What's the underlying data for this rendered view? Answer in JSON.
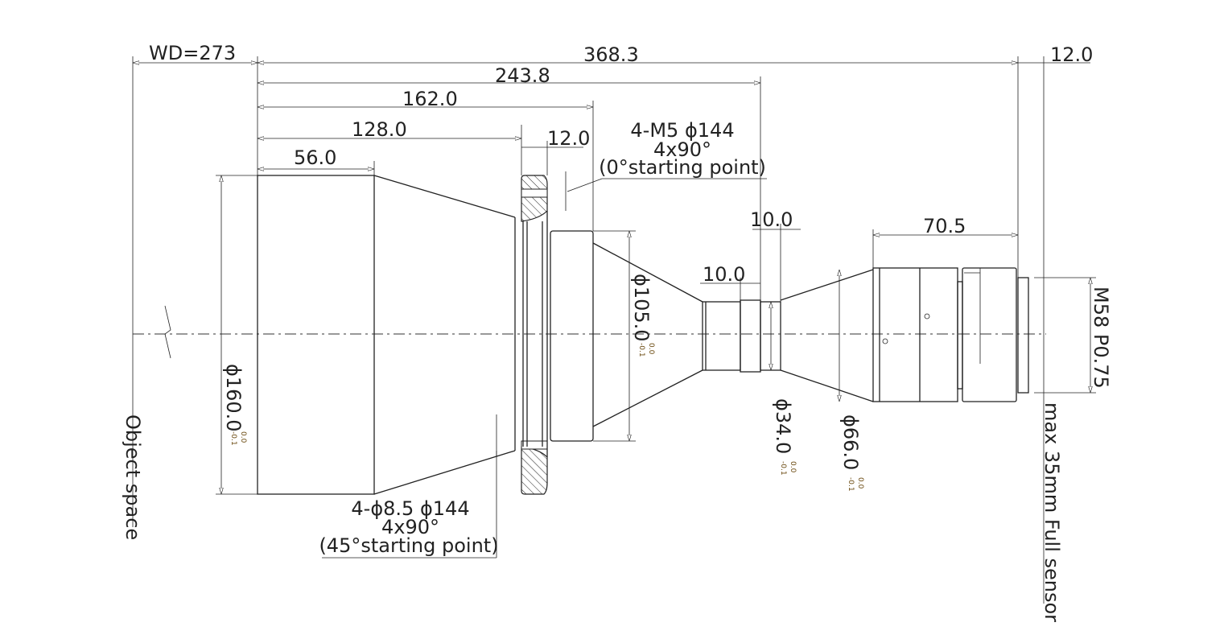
{
  "title": "Lens outline drawing",
  "dimensions": {
    "wd": "WD=273",
    "total": "368.3",
    "d243": "243.8",
    "d162": "162.0",
    "d128": "128.0",
    "d56": "56.0",
    "flange": "12.0",
    "back": "12.0",
    "ring1": "10.0",
    "ring2": "10.0",
    "body": "70.5",
    "dia160": "ϕ160.0",
    "dia105": "ϕ105.0",
    "dia34": "ϕ34.0",
    "dia66": "ϕ66.0",
    "thread": "M58  P0.75",
    "tol_upper": "0.0",
    "tol_lower": "-0.1"
  },
  "notes": {
    "m5_line1": "4-M5  ϕ144",
    "m5_line2": "4x90°",
    "m5_line3": "(0°starting point)",
    "hole_line1": "4-ϕ8.5  ϕ144",
    "hole_line2": "4x90°",
    "hole_line3": "(45°starting point)",
    "object_space": "Object space",
    "sensor": "max 35mm Full sensor"
  }
}
